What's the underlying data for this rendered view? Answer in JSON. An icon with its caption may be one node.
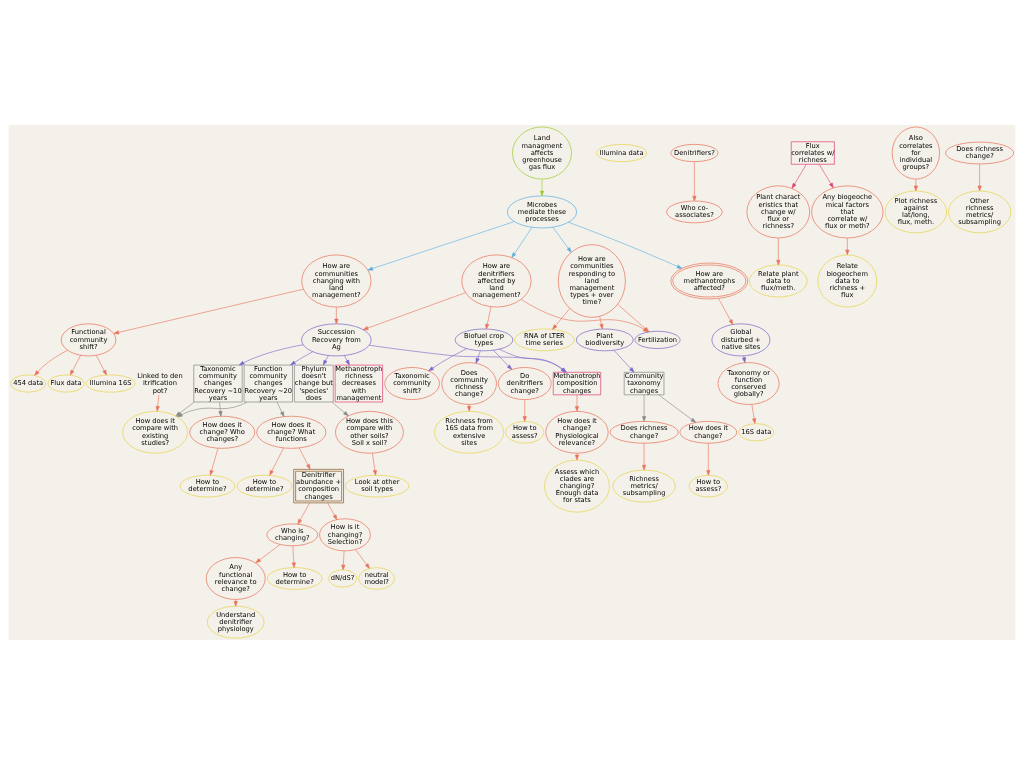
{
  "diagram": {
    "nodes": [
      {
        "text": [
          "454 data"
        ]
      },
      {
        "text": [
          "Flux data"
        ]
      },
      {
        "text": [
          "Illumina data"
        ]
      },
      {
        "text": [
          "Illumina 16S"
        ]
      },
      {
        "text": [
          "Functional community shift?"
        ]
      },
      {
        "text": [
          "Taxonomic community shift?"
        ]
      },
      {
        "text": [
          "Denitrifiers?"
        ]
      },
      {
        "text": [
          "Who co-associates?"
        ]
      },
      {
        "text": [
          "Does community richness change?"
        ]
      },
      {
        "text": [
          "Richness from 16S data from extensive sites"
        ]
      },
      {
        "text": [
          "Relate plant data to flux/meth."
        ]
      },
      {
        "text": [
          "Plant characteristics that change w/ flux or richness?"
        ]
      },
      {
        "text": [
          "Do denitrifiers change?"
        ]
      },
      {
        "text": [
          "How to assess?"
        ]
      },
      {
        "text": [
          "16S data"
        ]
      },
      {
        "text": [
          "Taxonomy or function conserved globally?"
        ]
      },
      {
        "text": [
          "Land managment affects greenhouse gas flux"
        ]
      },
      {
        "text": [
          "How are methanotrophs affected?"
        ]
      },
      {
        "text": [
          "Global disturbed + native sites"
        ]
      },
      {
        "text": [
          "Relate biogeochem data to richness + flux"
        ]
      },
      {
        "text": [
          "How are communities changing with land management?"
        ]
      },
      {
        "text": [
          "Microbes mediate these processes"
        ]
      },
      {
        "text": [
          "How are communities responding to land management types + over time?"
        ]
      },
      {
        "text": [
          "RNA of LTER time series"
        ]
      },
      {
        "text": [
          "Any biogeochemical factors that correlate w/ flux or meth?"
        ]
      },
      {
        "text": [
          "How are denitrifiers affected by land management?"
        ]
      },
      {
        "text": [
          "Plot richness against lat/long, flux, meth."
        ]
      },
      {
        "text": [
          "Also correlates for individual groups?"
        ]
      },
      {
        "text": [
          "Plant biodiversity"
        ]
      },
      {
        "text": [
          "Succession Recovery from Ag"
        ]
      },
      {
        "text": [
          "Biofuel crop types"
        ]
      },
      {
        "text": [
          "Fertilization"
        ]
      },
      {
        "text": [
          "Phylum doesn't change but 'species' does"
        ]
      },
      {
        "text": [
          "Community taxonomy changes"
        ]
      },
      {
        "text": [
          "Flux correlates w/ richness"
        ]
      },
      {
        "text": [
          "Methanotroph richness decreases with management"
        ]
      },
      {
        "text": [
          "Taxonomic community changes Recovery ~10 years"
        ]
      },
      {
        "text": [
          "Function community changes Recovery ~20 years"
        ]
      },
      {
        "text": [
          "How does this compare with other soils? Soil x soil?"
        ]
      },
      {
        "text": [
          "Look at other soil types"
        ]
      },
      {
        "text": [
          "Does richness change?"
        ]
      },
      {
        "text": [
          "How does it change?"
        ]
      },
      {
        "text": [
          "Assess which clades are changing? Enough data for stats"
        ]
      },
      {
        "text": [
          "Methanotroph composition changes"
        ]
      },
      {
        "text": [
          "How does it compare with existing studies?"
        ]
      },
      {
        "text": [
          "How to assess?"
        ]
      },
      {
        "text": [
          "Richness metrics/ subsampling"
        ]
      },
      {
        "text": [
          "How does it change? Who changes?"
        ]
      },
      {
        "text": [
          "Does richness change?"
        ]
      },
      {
        "text": [
          "How does it change? What functions"
        ]
      },
      {
        "text": [
          "How to determine?"
        ]
      },
      {
        "text": [
          "How does it change? Physiological relevance?"
        ]
      },
      {
        "text": [
          "Any functional relevance to change?"
        ]
      },
      {
        "text": [
          "Understand denitrifier physiology"
        ]
      },
      {
        "text": [
          "How to determine?"
        ]
      },
      {
        "text": [
          "Other richness metrics/ subsampling"
        ]
      },
      {
        "text": [
          "Who is changing?"
        ]
      },
      {
        "text": [
          "How to determine?"
        ]
      },
      {
        "text": [
          "Denitrifier abundance + composition changes"
        ]
      },
      {
        "text": [
          "How is it changing? Selection?"
        ]
      },
      {
        "text": [
          "dN/dS?"
        ]
      },
      {
        "text": [
          "neutral model?"
        ]
      },
      {
        "text": [
          "Linked to denitrification pot?"
        ]
      }
    ],
    "edges": [
      {
        "from": 16,
        "to": 21,
        "arrow": "to",
        "color": "#9acd32"
      },
      {
        "from": 21,
        "to": 20,
        "arrow": "to",
        "color": "#5aaee0"
      },
      {
        "from": 21,
        "to": 25,
        "arrow": "to",
        "color": "#5aaee0"
      },
      {
        "from": 21,
        "to": 22,
        "arrow": "to",
        "color": "#5aaee0"
      },
      {
        "from": 21,
        "to": 17,
        "arrow": "to",
        "color": "#5aaee0"
      },
      {
        "from": 20,
        "to": 4,
        "arrow": "to"
      },
      {
        "from": 4,
        "to": 0,
        "arrow": "to"
      },
      {
        "from": 4,
        "to": 1,
        "arrow": "to"
      },
      {
        "from": 4,
        "to": 3,
        "arrow": "to"
      },
      {
        "from": 6,
        "to": 7,
        "arrow": "to"
      },
      {
        "from": 8,
        "to": 9,
        "arrow": "to"
      },
      {
        "from": 12,
        "to": 13,
        "arrow": "to"
      },
      {
        "from": 17,
        "to": 18,
        "arrow": "to"
      },
      {
        "from": 18,
        "to": 15,
        "arrow": "to",
        "color": "#7b68c8"
      },
      {
        "from": 15,
        "to": 14,
        "arrow": "to"
      },
      {
        "from": 22,
        "to": 23,
        "arrow": "to"
      },
      {
        "from": 11,
        "to": 10,
        "arrow": "to"
      },
      {
        "from": 24,
        "to": 19,
        "arrow": "to"
      },
      {
        "from": 34,
        "to": 11,
        "arrow": "to",
        "color": "#e0407a"
      },
      {
        "from": 34,
        "to": 24,
        "arrow": "to",
        "color": "#e0407a"
      },
      {
        "from": 27,
        "to": 26,
        "arrow": "to"
      },
      {
        "from": 20,
        "to": 29,
        "arrow": "to"
      },
      {
        "from": 25,
        "to": 29,
        "arrow": "to"
      },
      {
        "from": 25,
        "to": 30,
        "arrow": "to"
      },
      {
        "from": 25,
        "to": 31,
        "arrow": "to"
      },
      {
        "from": 22,
        "to": 28,
        "arrow": "to"
      },
      {
        "from": 22,
        "to": 31,
        "arrow": "to"
      },
      {
        "from": 30,
        "to": 5,
        "arrow": "to",
        "color": "#7b68c8"
      },
      {
        "from": 30,
        "to": 8,
        "arrow": "to",
        "color": "#7b68c8"
      },
      {
        "from": 30,
        "to": 12,
        "arrow": "to",
        "color": "#7b68c8"
      },
      {
        "from": 29,
        "to": 36,
        "arrow": "to",
        "color": "#7b68c8"
      },
      {
        "from": 29,
        "to": 37,
        "arrow": "to",
        "color": "#7b68c8"
      },
      {
        "from": 29,
        "to": 32,
        "arrow": "to",
        "color": "#7b68c8"
      },
      {
        "from": 29,
        "to": 35,
        "arrow": "to",
        "color": "#7b68c8"
      },
      {
        "from": 29,
        "to": 43,
        "arrow": "to",
        "color": "#7b68c8"
      },
      {
        "from": 30,
        "to": 43,
        "arrow": "to",
        "color": "#7b68c8"
      },
      {
        "from": 32,
        "to": 38,
        "arrow": "to",
        "color": "#888888"
      },
      {
        "from": 38,
        "to": 39,
        "arrow": "to"
      },
      {
        "from": 36,
        "to": 44,
        "arrow": "to",
        "color": "#888888"
      },
      {
        "from": 37,
        "to": 44,
        "arrow": "to",
        "color": "#888888"
      },
      {
        "from": 36,
        "to": 47,
        "arrow": "to",
        "color": "#888888"
      },
      {
        "from": 37,
        "to": 49,
        "arrow": "to",
        "color": "#888888"
      },
      {
        "from": 48,
        "to": 55,
        "arrow": "to"
      },
      {
        "from": 47,
        "to": 50,
        "arrow": "to"
      },
      {
        "from": 49,
        "to": 54,
        "arrow": "to"
      },
      {
        "from": 49,
        "to": 58,
        "arrow": "to"
      },
      {
        "from": 58,
        "to": 56,
        "arrow": "to"
      },
      {
        "from": 58,
        "to": 59,
        "arrow": "to"
      },
      {
        "from": 56,
        "to": 52,
        "arrow": "to"
      },
      {
        "from": 56,
        "to": 57,
        "arrow": "to"
      },
      {
        "from": 52,
        "to": 53,
        "arrow": "to"
      },
      {
        "from": 59,
        "to": 60,
        "arrow": "to"
      },
      {
        "from": 59,
        "to": 61,
        "arrow": "to"
      },
      {
        "from": 62,
        "to": 44,
        "arrow": "to"
      },
      {
        "from": 28,
        "to": 33,
        "arrow": "to",
        "color": "#7b68c8"
      },
      {
        "from": 33,
        "to": 40,
        "arrow": "to",
        "color": "#888888"
      },
      {
        "from": 33,
        "to": 41,
        "arrow": "to",
        "color": "#888888"
      },
      {
        "from": 41,
        "to": 45,
        "arrow": "to"
      },
      {
        "from": 40,
        "to": 46,
        "arrow": "to"
      },
      {
        "from": 43,
        "to": 51,
        "arrow": "to"
      },
      {
        "from": 51,
        "to": 42,
        "arrow": "to"
      }
    ]
  }
}
